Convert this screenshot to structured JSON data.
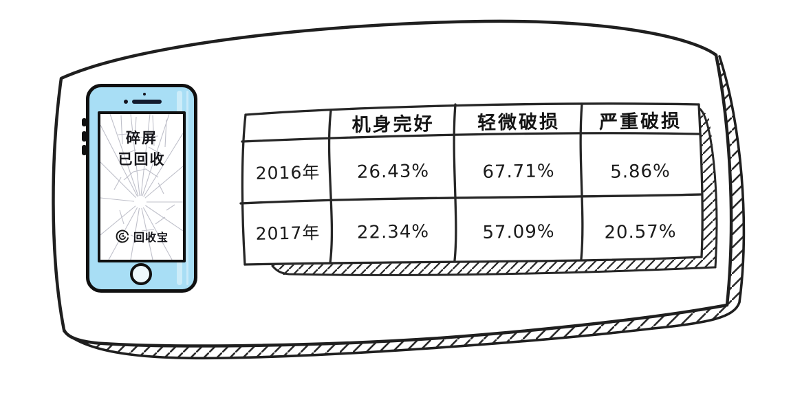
{
  "illustration": {
    "phone": {
      "screen_text_line1": "碎屏",
      "screen_text_line2": "已回收",
      "brand_name": "回收宝"
    }
  },
  "chart_data": {
    "type": "table",
    "columns": [
      "",
      "机身完好",
      "轻微破损",
      "严重破损"
    ],
    "rows": [
      {
        "label": "2016年",
        "values": [
          "26.43%",
          "67.71%",
          "5.86%"
        ]
      },
      {
        "label": "2017年",
        "values": [
          "22.34%",
          "57.09%",
          "20.57%"
        ]
      }
    ],
    "layout_hints": "hand-drawn sketch table inside rounded frame, hatched drop shadows on right and bottom edges"
  },
  "colors": {
    "outline": "#1f1f1f",
    "phone_body": "#a8def5",
    "screen_background": "#ffffff",
    "crack_lines": "#bfc0ca"
  }
}
